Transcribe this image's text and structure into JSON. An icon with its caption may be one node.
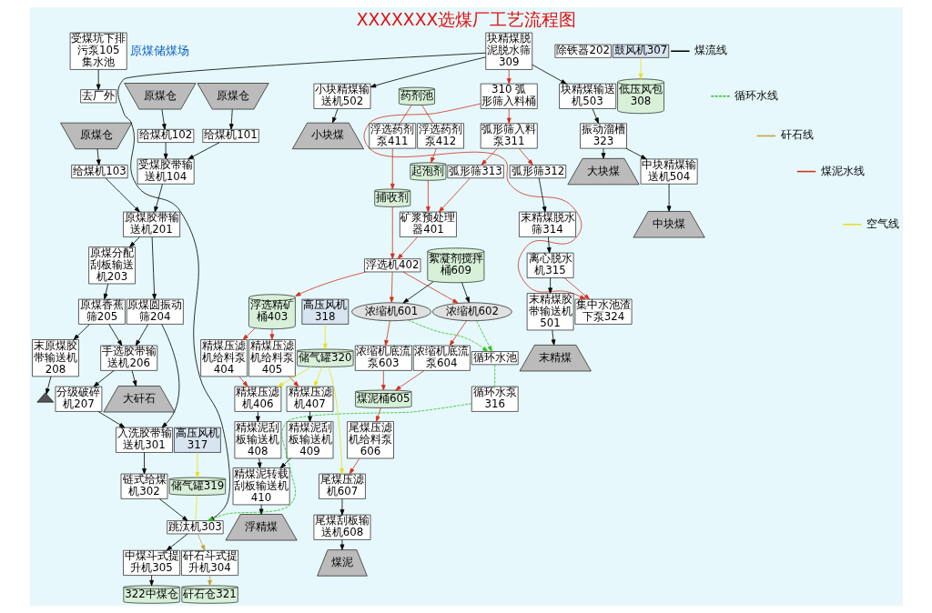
{
  "diagram": {
    "title": "XXXXXXX选煤厂工艺流程图",
    "nodes": [
      {
        "text": [
          "去厂外"
        ]
      },
      {
        "text": [
          "受煤坑下排污泵105",
          "集水池"
        ]
      },
      {
        "text": [
          "原煤仓"
        ]
      },
      {
        "text": [
          "原煤仓"
        ]
      },
      {
        "text": [
          "原煤仓"
        ]
      },
      {
        "text": [
          "给煤机103"
        ]
      },
      {
        "text": [
          "给煤机102"
        ]
      },
      {
        "text": [
          "给煤机101"
        ]
      },
      {
        "text": [
          "受煤胶带输送机104"
        ]
      },
      {
        "text": [
          "除铁器202"
        ]
      },
      {
        "text": [
          "原煤胶带输送机201"
        ]
      },
      {
        "text": [
          "原煤分配刮板输送机203"
        ]
      },
      {
        "text": [
          "原煤圆振动筛204"
        ]
      },
      {
        "text": [
          "原煤香蕉筛205"
        ]
      },
      {
        "text": [
          "末原煤胶带输送机208"
        ]
      },
      {
        "text": [],
        "shape": "triangle"
      },
      {
        "text": [
          "手选胶带输送机206"
        ]
      },
      {
        "text": [
          "大矸石"
        ]
      },
      {
        "text": [
          "分级破碎机207"
        ]
      },
      {
        "text": [
          "入洗胶带输送机301"
        ]
      },
      {
        "text": [
          "链式给煤机302"
        ]
      },
      {
        "text": [
          "跳汰机303"
        ]
      },
      {
        "text": [
          "高压风机317"
        ]
      },
      {
        "text": [
          "储气罐319"
        ]
      },
      {
        "text": [
          "低压风包308"
        ]
      },
      {
        "text": [
          "鼓风机307"
        ]
      },
      {
        "text": [
          "矸石斗式提升机304"
        ]
      },
      {
        "text": [
          "中煤斗式提升机305"
        ]
      },
      {
        "text": [
          "块精煤脱泥脱水筛309"
        ]
      },
      {
        "text": [
          "块精煤输送机503"
        ]
      },
      {
        "text": [
          "振动溜槽323"
        ]
      },
      {
        "text": [
          "小块精煤输送机502"
        ]
      },
      {
        "text": [
          "中块精煤输送机504"
        ]
      },
      {
        "text": [
          "中块煤"
        ]
      },
      {
        "text": [
          "大块煤"
        ]
      },
      {
        "text": [
          "小块煤"
        ]
      },
      {
        "text": [
          "310 弧形筛入料桶"
        ]
      },
      {
        "text": [
          "弧形筛入料泵311"
        ]
      },
      {
        "text": [
          "弧形筛312"
        ]
      },
      {
        "text": [
          "弧形筛313"
        ]
      },
      {
        "text": [
          "末精煤脱水筛314"
        ]
      },
      {
        "text": [
          "离心脱水机315"
        ]
      },
      {
        "text": [
          "集中水池渣下泵324"
        ]
      },
      {
        "text": [
          "末精煤胶带输送机501"
        ]
      },
      {
        "text": [
          "末精煤"
        ]
      },
      {
        "text": [
          "322中煤仓"
        ]
      },
      {
        "text": [
          "矸石仓321"
        ]
      },
      {
        "text": [
          "起泡剂"
        ]
      },
      {
        "text": [
          "捕收剂"
        ]
      },
      {
        "text": [
          "浮选药剂泵412"
        ]
      },
      {
        "text": [
          "药剂池"
        ]
      },
      {
        "text": [
          "浮选药剂泵411"
        ]
      },
      {
        "text": [
          "矿浆预处理器401"
        ]
      },
      {
        "text": [
          "浮选机402"
        ]
      },
      {
        "text": [
          "絮凝剂搅拌桶609"
        ]
      },
      {
        "text": [
          "浓缩机602"
        ]
      },
      {
        "text": [
          "浓缩机601"
        ]
      },
      {
        "text": [
          "浮选精矿桶403"
        ]
      },
      {
        "text": [
          "煤泥桶605"
        ]
      },
      {
        "text": [
          "浓缩机底流泵604"
        ]
      },
      {
        "text": [
          "浓缩机底流泵603"
        ]
      },
      {
        "text": [
          "精煤压滤机给料泵404"
        ]
      },
      {
        "text": [
          "精煤压滤机给料泵405"
        ]
      },
      {
        "text": [
          "尾煤压滤机给料泵606"
        ]
      },
      {
        "text": [
          "精煤压滤机406"
        ]
      },
      {
        "text": [
          "精煤压滤机407"
        ]
      },
      {
        "text": [
          "尾煤压滤机607"
        ]
      },
      {
        "text": [
          "精煤泥刮板输送机408"
        ]
      },
      {
        "text": [
          "精煤泥刮板输送机409"
        ]
      },
      {
        "text": [
          "储气罐320"
        ]
      },
      {
        "text": [
          "尾煤刮板输送机608"
        ]
      },
      {
        "text": [
          "精煤泥转载刮板输送机410"
        ]
      },
      {
        "text": [
          "浮精煤"
        ]
      },
      {
        "text": [
          "高压风机318"
        ]
      },
      {
        "text": [
          "煤泥"
        ]
      },
      {
        "text": [
          "循环水池"
        ]
      },
      {
        "text": [
          "循环水泵316"
        ]
      }
    ],
    "edges": [
      {
        "from": 1,
        "to": 0,
        "arrow": "to"
      },
      {
        "from": 2,
        "to": 5,
        "arrow": "to"
      },
      {
        "from": 3,
        "to": 6,
        "arrow": "to"
      },
      {
        "from": 4,
        "to": 7,
        "arrow": "to"
      },
      {
        "from": 6,
        "to": 8,
        "arrow": "to"
      },
      {
        "from": 7,
        "to": 8,
        "arrow": "to"
      },
      {
        "from": 5,
        "to": 10,
        "arrow": "to"
      },
      {
        "from": 8,
        "to": 10,
        "arrow": "to"
      },
      {
        "from": 10,
        "to": 11,
        "arrow": "to"
      },
      {
        "from": 10,
        "to": 12,
        "arrow": "to"
      },
      {
        "from": 11,
        "to": 13,
        "arrow": "to"
      },
      {
        "from": 12,
        "to": 16,
        "arrow": "to"
      },
      {
        "from": 12,
        "to": 19,
        "arrow": "to"
      },
      {
        "from": 13,
        "to": 16,
        "arrow": "to"
      },
      {
        "from": 13,
        "to": 14,
        "arrow": "to"
      },
      {
        "from": 14,
        "to": 15,
        "arrow": "to"
      },
      {
        "from": 16,
        "to": 17,
        "arrow": "to"
      },
      {
        "from": 16,
        "to": 18,
        "arrow": "to"
      },
      {
        "from": 18,
        "to": 19,
        "arrow": "to"
      },
      {
        "from": 19,
        "to": 20,
        "arrow": "to"
      },
      {
        "from": 20,
        "to": 21,
        "arrow": "to"
      },
      {
        "from": 22,
        "to": 23,
        "arrow": "to",
        "color": "#e8e020"
      },
      {
        "from": 25,
        "to": 24,
        "arrow": "to",
        "color": "#e8e020"
      },
      {
        "from": 23,
        "to": 21,
        "arrow": "none",
        "color": "#e8e020"
      },
      {
        "from": 21,
        "to": 26,
        "arrow": "to",
        "color": "#c8a040"
      },
      {
        "from": 26,
        "to": 46,
        "arrow": "to",
        "color": "#c8a040"
      },
      {
        "from": 21,
        "to": 27,
        "arrow": "to"
      },
      {
        "from": 27,
        "to": 45,
        "arrow": "to"
      },
      {
        "from": 28,
        "to": 21,
        "arrow": "to"
      },
      {
        "from": 28,
        "to": 29,
        "arrow": "to"
      },
      {
        "from": 29,
        "to": 30,
        "arrow": "to"
      },
      {
        "from": 30,
        "to": 32,
        "arrow": "to"
      },
      {
        "from": 30,
        "to": 34,
        "arrow": "to"
      },
      {
        "from": 32,
        "to": 33,
        "arrow": "to"
      },
      {
        "from": 28,
        "to": 31,
        "arrow": "to"
      },
      {
        "from": 31,
        "to": 35,
        "arrow": "to"
      },
      {
        "from": 28,
        "to": 36,
        "arrow": "to",
        "color": "#d03020"
      },
      {
        "from": 36,
        "to": 37,
        "arrow": "to",
        "color": "#d03020"
      },
      {
        "from": 37,
        "to": 38,
        "arrow": "to",
        "color": "#d03020"
      },
      {
        "from": 37,
        "to": 39,
        "arrow": "to",
        "color": "#d03020"
      },
      {
        "from": 38,
        "to": 40,
        "arrow": "to"
      },
      {
        "from": 40,
        "to": 41,
        "arrow": "to"
      },
      {
        "from": 41,
        "to": 43,
        "arrow": "to"
      },
      {
        "from": 43,
        "to": 44,
        "arrow": "to"
      },
      {
        "from": 41,
        "to": 42,
        "arrow": "to",
        "color": "#d03020"
      },
      {
        "from": 36,
        "to": 42,
        "arrow": "to",
        "color": "#d03020"
      },
      {
        "from": 39,
        "to": 52,
        "arrow": "to",
        "color": "#d03020"
      },
      {
        "from": 50,
        "to": 49,
        "arrow": "none",
        "color": "#d03020"
      },
      {
        "from": 49,
        "to": 47,
        "arrow": "to",
        "color": "#d03020"
      },
      {
        "from": 50,
        "to": 51,
        "arrow": "none",
        "color": "#d03020"
      },
      {
        "from": 51,
        "to": 48,
        "arrow": "to",
        "color": "#d03020"
      },
      {
        "from": 47,
        "to": 52,
        "arrow": "to",
        "color": "#d03020"
      },
      {
        "from": 48,
        "to": 53,
        "arrow": "to",
        "color": "#d03020"
      },
      {
        "from": 52,
        "to": 53,
        "arrow": "to",
        "color": "#d03020"
      },
      {
        "from": 53,
        "to": 55,
        "arrow": "to",
        "color": "#d03020"
      },
      {
        "from": 53,
        "to": 56,
        "arrow": "to",
        "color": "#d03020"
      },
      {
        "from": 53,
        "to": 57,
        "arrow": "to",
        "color": "#d03020"
      },
      {
        "from": 54,
        "to": 55,
        "arrow": "to"
      },
      {
        "from": 54,
        "to": 56,
        "arrow": "to"
      },
      {
        "from": 55,
        "to": 59,
        "arrow": "to",
        "color": "#d03020"
      },
      {
        "from": 56,
        "to": 60,
        "arrow": "to",
        "color": "#d03020"
      },
      {
        "from": 59,
        "to": 58,
        "arrow": "to",
        "color": "#d03020"
      },
      {
        "from": 60,
        "to": 58,
        "arrow": "to",
        "color": "#d03020"
      },
      {
        "from": 57,
        "to": 61,
        "arrow": "to",
        "color": "#d03020"
      },
      {
        "from": 57,
        "to": 62,
        "arrow": "to",
        "color": "#d03020"
      },
      {
        "from": 58,
        "to": 63,
        "arrow": "to",
        "color": "#d03020"
      },
      {
        "from": 61,
        "to": 64,
        "arrow": "to",
        "color": "#d03020"
      },
      {
        "from": 62,
        "to": 65,
        "arrow": "to",
        "color": "#d03020"
      },
      {
        "from": 63,
        "to": 66,
        "arrow": "to",
        "color": "#d03020"
      },
      {
        "from": 64,
        "to": 67,
        "arrow": "to"
      },
      {
        "from": 65,
        "to": 68,
        "arrow": "to"
      },
      {
        "from": 66,
        "to": 70,
        "arrow": "to"
      },
      {
        "from": 67,
        "to": 71,
        "arrow": "to"
      },
      {
        "from": 68,
        "to": 71,
        "arrow": "to"
      },
      {
        "from": 71,
        "to": 72,
        "arrow": "to"
      },
      {
        "from": 70,
        "to": 74,
        "arrow": "to"
      },
      {
        "from": 73,
        "to": 69,
        "arrow": "to",
        "color": "#e8e020"
      },
      {
        "from": 69,
        "to": 64,
        "arrow": "to",
        "color": "#e8e020"
      },
      {
        "from": 69,
        "to": 65,
        "arrow": "to",
        "color": "#e8e020"
      },
      {
        "from": 69,
        "to": 66,
        "arrow": "to",
        "color": "#e8e020"
      },
      {
        "from": 55,
        "to": 75,
        "arrow": "to",
        "style": "dashed",
        "color": "#30c020"
      },
      {
        "from": 56,
        "to": 75,
        "arrow": "to",
        "style": "dashed",
        "color": "#30c020"
      },
      {
        "from": 75,
        "to": 76,
        "arrow": "none",
        "style": "dashed",
        "color": "#30c020"
      },
      {
        "from": 76,
        "to": 21,
        "arrow": "to",
        "style": "dashed",
        "color": "#30c020"
      }
    ],
    "labels": [
      "原煤储煤场"
    ],
    "legend": [
      {
        "text": "煤流线"
      },
      {
        "text": "循环水线"
      },
      {
        "text": "矸石线"
      },
      {
        "text": "煤泥水线"
      },
      {
        "text": "空气线"
      }
    ]
  }
}
